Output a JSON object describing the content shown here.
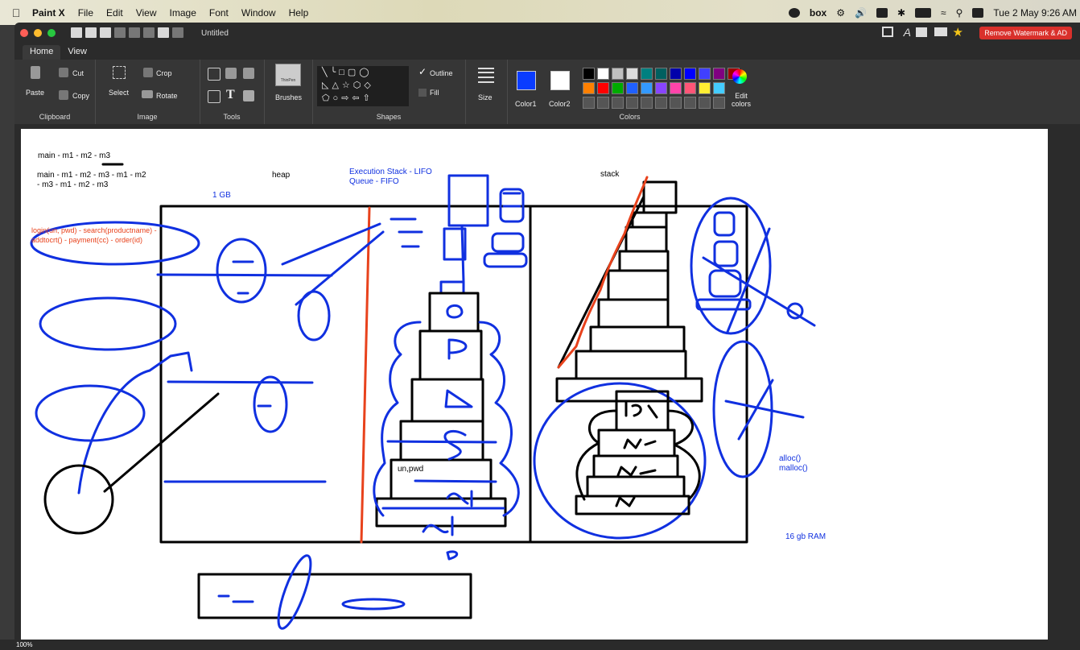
{
  "menubar": {
    "app": "Paint X",
    "items": [
      "File",
      "Edit",
      "View",
      "Image",
      "Font",
      "Window",
      "Help"
    ],
    "datetime": "Tue 2 May  9:26 AM"
  },
  "window": {
    "title": "Untitled",
    "watermark": "Remove Watermark & AD"
  },
  "tabs": [
    "Home",
    "View"
  ],
  "ribbon": {
    "clipboard": {
      "cut": "Cut",
      "paste": "Paste",
      "copy": "Copy",
      "label": "Clipboard"
    },
    "image": {
      "select": "Select",
      "crop": "Crop",
      "rotate": "Rotate",
      "label": "Image"
    },
    "tools": {
      "label": "Tools"
    },
    "brushes": {
      "label": "Brushes",
      "preview": "ThinPen"
    },
    "shapes": {
      "outline": "Outline",
      "fill": "Fill",
      "label": "Shapes"
    },
    "size": {
      "label": "Size"
    },
    "colors": {
      "color1": "Color1",
      "color2": "Color2",
      "edit": "Edit colors",
      "label": "Colors",
      "color1_value": "#0a3cff",
      "color2_value": "#ffffff",
      "palette_row1": [
        "#000000",
        "#ffffff",
        "#c0c0c0",
        "#dcdcdc",
        "#008080",
        "#006060",
        "#0000aa",
        "#0000ff",
        "#4040ff",
        "#800080",
        "#a00000"
      ],
      "palette_row2": [
        "#ff8000",
        "#ff0000",
        "#00aa00",
        "#2060ff",
        "#3399ff",
        "#8844ff",
        "#ff44aa",
        "#ff5577",
        "#ffee33",
        "#44ccff"
      ]
    }
  },
  "canvas_text": {
    "call1": "main - m1 - m2 - m3",
    "call2a": "main - m1 - m2 - m3  - m1 - m2",
    "call2b": "- m3 - m1 - m2 - m3",
    "heap": "heap",
    "exec_stack": "Execution Stack - LIFO",
    "queue": "Queue - FIFO",
    "stack": "stack",
    "gb1": "1 GB",
    "flow1": "login(un, pwd) - search(productname) -",
    "flow2": "addtocrt() - payment(cc) - order(id)",
    "unpwd": "un,pwd",
    "alloc": "alloc()",
    "malloc": "malloc()",
    "ram": "16 gb RAM"
  },
  "status": {
    "zoom": "100%"
  }
}
